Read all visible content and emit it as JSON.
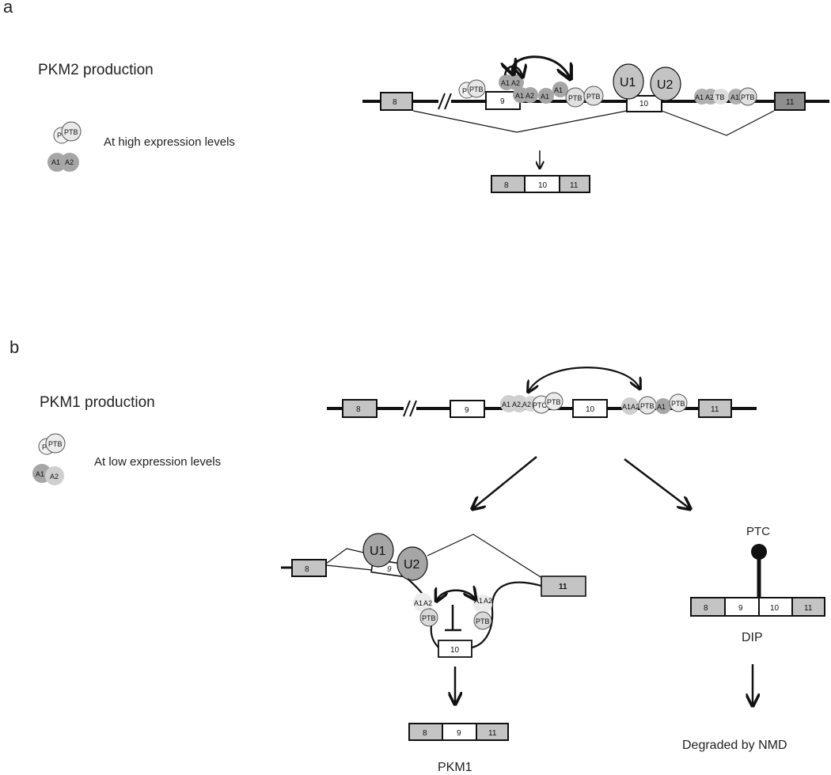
{
  "panel_a": {
    "letter": "a",
    "title": "PKM2 production",
    "legend_text": "At high expression levels",
    "legend_ptb": "PTB",
    "legend_p": "P",
    "legend_a1": "A1",
    "legend_a2": "A2",
    "exons": {
      "e8": "8",
      "e9": "9",
      "e10": "10",
      "e11": "11"
    },
    "proteins": {
      "ptb": "PTB",
      "p": "P",
      "a1": "A1",
      "a2": "A2",
      "tb": "TB",
      "u1": "U1",
      "u2": "U2"
    },
    "product": {
      "e8": "8",
      "e10": "10",
      "e11": "11"
    }
  },
  "panel_b": {
    "letter": "b",
    "title": "PKM1 production",
    "legend_text": "At low expression levels",
    "legend_ptb": "PTB",
    "legend_p": "P",
    "legend_a1": "A1",
    "legend_a2": "A2",
    "exons": {
      "e8": "8",
      "e9": "9",
      "e10": "10",
      "e11": "11"
    },
    "proteins": {
      "ptb": "PTB",
      "ptc_short": "PTC",
      "a1": "A1",
      "a2": "A2",
      "a2_comma": "A2,",
      "a1_trunc": "A1",
      "u1": "U1",
      "u2": "U2"
    },
    "pkm1_product": {
      "e8": "8",
      "e9": "9",
      "e11": "11",
      "label": "PKM1"
    },
    "dip": {
      "e8": "8",
      "e9": "9",
      "e10": "10",
      "e11": "11",
      "ptc": "PTC",
      "label": "DIP",
      "fate": "Degraded by NMD"
    }
  },
  "colors": {
    "exon_grey": "#c4c4c4",
    "exon_dark": "#8e8e8e",
    "protein_dark": "#a6a6a6",
    "protein_light": "#d9d9d9",
    "protein_pale": "#ececec",
    "line": "#111111"
  }
}
